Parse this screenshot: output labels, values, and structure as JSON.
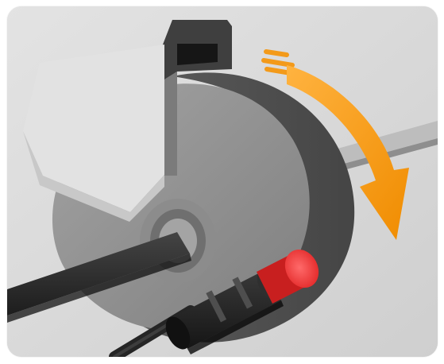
{
  "figure": {
    "colors": {
      "background": "#d8d8d8",
      "flap": "#dedede",
      "wheel_face": "#8f8f8f",
      "wheel_rim": "#4f4f4f",
      "shaft": "#2b2b2b",
      "sensor_body": "#1f1f1f",
      "sensor_tip": "#ef2f2f",
      "arrow": "#f39a1a"
    },
    "icons": [
      "rotating-wheel",
      "drive-shaft",
      "proximity-sensor",
      "rotation-arrow"
    ]
  }
}
